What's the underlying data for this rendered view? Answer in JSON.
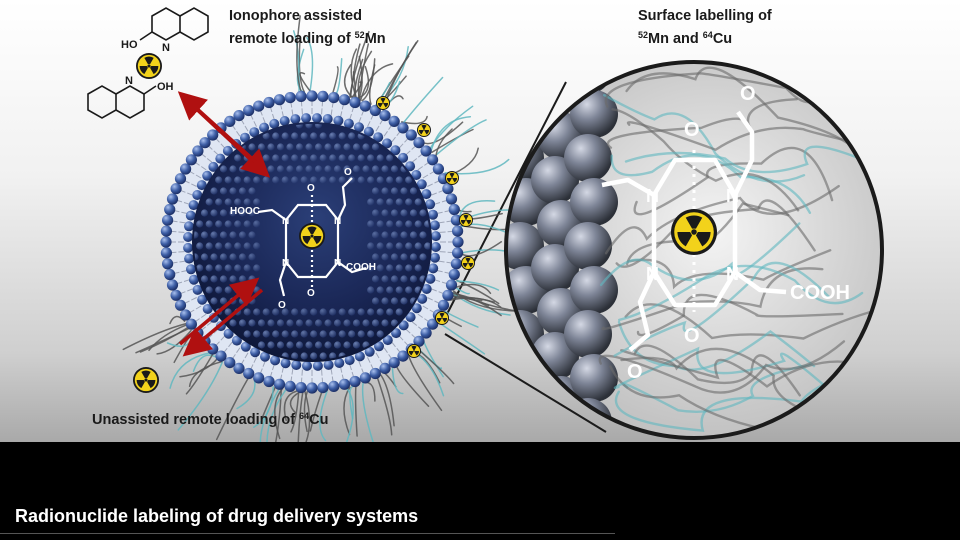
{
  "labels": {
    "ionophore_line1": "Ionophore assisted",
    "ionophore_line2": "remote loading of ",
    "ionophore_isotope_mass": "52",
    "ionophore_isotope": "Mn",
    "surface_line1": "Surface labelling of",
    "surface_mass1": "52",
    "surface_el1": "Mn and ",
    "surface_mass2": "64",
    "surface_el2": "Cu",
    "unassisted_text": "Unassisted remote loading of ",
    "unassisted_mass": "64",
    "unassisted_el": "Cu"
  },
  "chem": {
    "ho": "HO",
    "oh": "OH",
    "n": "N",
    "o": "O",
    "hooc": "HOOC",
    "cooh": "COOH"
  },
  "caption": "Radionuclide labeling of drug delivery systems",
  "colors": {
    "membrane_blue": "#3e5fa6",
    "arrow_red": "#b01010",
    "polymer_teal": "#5fb7c0",
    "polymer_gray": "#555555",
    "trefoil_yellow": "#f2d21b"
  }
}
